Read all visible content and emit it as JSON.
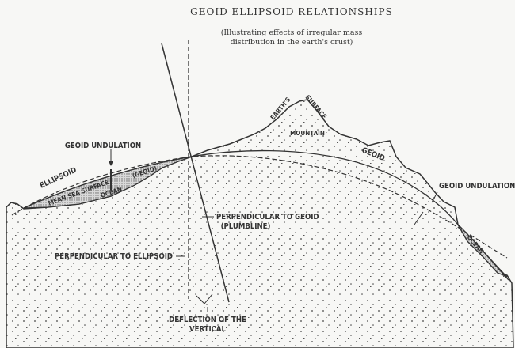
{
  "title": "GEOID ELLIPSOID RELATIONSHIPS",
  "subtitle": [
    "(Illustrating effects of irregular mass",
    "distribution in the earth's crust)"
  ],
  "labels": {
    "earths": "EARTH'S",
    "surface": "SURFACE",
    "mountain": "MOUNTAIN",
    "geoid_right": "GEOID",
    "geoid_left": "(GEOID)",
    "undulation_left": "GEOID UNDULATION",
    "undulation_right": "GEOID UNDULATION",
    "ellipsoid": "ELLIPSOID",
    "mean_sea": "MEAN SEA SURFACE",
    "ocean_left": "OCEAN",
    "ocean_right": "OCEAN",
    "perp_geoid": "PERPENDICULAR TO GEOID",
    "plumbline": "(PLUMBLINE)",
    "perp_ellipsoid": "PERPENDICULAR TO ELLIPSOID",
    "deflection_1": "DEFLECTION OF THE",
    "deflection_2": "VERTICAL"
  },
  "colors": {
    "ink": "#333333",
    "paper": "#f7f7f5"
  }
}
